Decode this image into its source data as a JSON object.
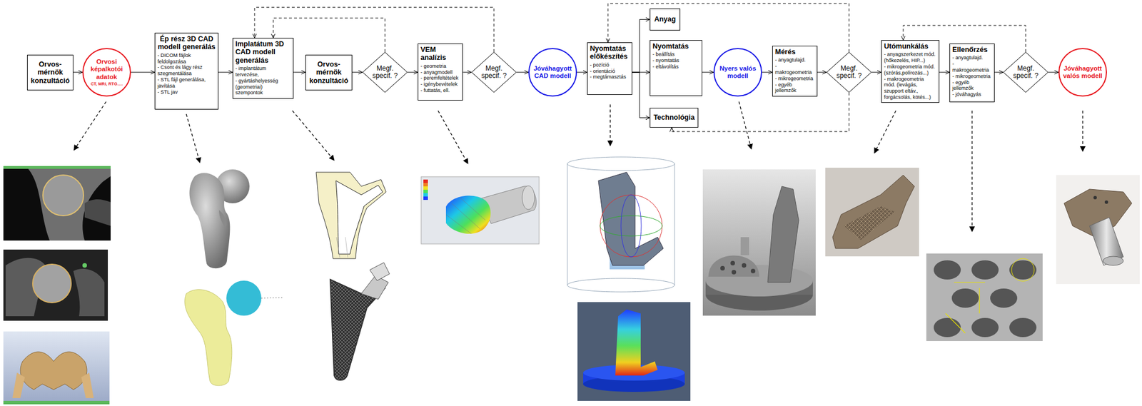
{
  "diagram": {
    "nodes": [
      {
        "text": [
          "Orvos-mérnök konzultáció"
        ]
      },
      {
        "text": [
          "Orvosi képalkotói adatok",
          "CT, MRI, RTG…."
        ]
      },
      {
        "text": [
          "Ép rész 3D CAD modell generálás",
          "- DICOM fájlok feldolgozása",
          "- Csont és lágy rész szegmentálása",
          "- STL fájl generálása, javítása",
          "- STL jav"
        ]
      },
      {
        "text": [
          "Implatátum 3D CAD modell generálás",
          "- implantátum tervezése,",
          "- gyártáshelyesség (geometriai) szempontok"
        ]
      },
      {
        "text": [
          "Orvos-mérnök konzultáció"
        ]
      },
      {
        "text": [
          "Megf. specif. ?"
        ]
      },
      {
        "text": [
          "VEM analízis",
          "- geometria",
          "- anyagmodell",
          "- peremfeltételek",
          "- igénybevételek",
          "- futtatás, ell."
        ]
      },
      {
        "text": [
          "Megf. specif. ?"
        ]
      },
      {
        "text": [
          "Jóváhagyott CAD modell"
        ]
      },
      {
        "text": [
          "Nyomtatás előkészítés",
          "- pozíció",
          "- orientáció",
          "- megtámasztás"
        ]
      },
      {
        "text": [
          "Anyag"
        ]
      },
      {
        "text": [
          "Nyomtatás",
          "- beállítás",
          "- nyomtatás",
          "- eltávolítás"
        ]
      },
      {
        "text": [
          "Technológia"
        ]
      },
      {
        "text": [
          "Nyers valós modell"
        ]
      },
      {
        "text": [
          "Mérés",
          "- anyagtulajd.",
          "- makrogeometria",
          "- mikrogeometria",
          "- egyéb jellemzők"
        ]
      },
      {
        "text": [
          "Megf. specif. ?"
        ]
      },
      {
        "text": [
          "Utómunkálás",
          "- anyagszerkezet mód. (hőkezelés, HIP...)",
          "- mikrogeometria mód. (szórás,polírozás...)",
          "- makrogeometria mód. (levágás, szupport eltáv., forgácsolás, kötés...)"
        ]
      },
      {
        "text": [
          "Ellenőrzés",
          "- anyagtulajd.",
          "- makrogeometria",
          "- mikrogeometria",
          "- egyéb jellemzők",
          "- jóváhagyás"
        ]
      },
      {
        "text": [
          "Megf. specif. ?"
        ]
      },
      {
        "text": [
          "Jóváhagyott valós modell"
        ]
      }
    ],
    "edges": [
      {
        "from": 0,
        "to": 1,
        "arrow": "to"
      },
      {
        "from": 1,
        "to": 2,
        "arrow": "to"
      },
      {
        "from": 2,
        "to": 3,
        "arrow": "to"
      },
      {
        "from": 3,
        "to": 4,
        "arrow": "to"
      },
      {
        "from": 4,
        "to": 5,
        "arrow": "to"
      },
      {
        "from": 5,
        "to": 6,
        "arrow": "to"
      },
      {
        "from": 6,
        "to": 7,
        "arrow": "to"
      },
      {
        "from": 7,
        "to": 8,
        "arrow": "to"
      },
      {
        "from": 8,
        "to": 9,
        "arrow": "to"
      },
      {
        "from": 9,
        "to": 10,
        "arrow": "to"
      },
      {
        "from": 9,
        "to": 11,
        "arrow": "to"
      },
      {
        "from": 9,
        "to": 12,
        "arrow": "to"
      },
      {
        "from": 11,
        "to": 13,
        "arrow": "to"
      },
      {
        "from": 13,
        "to": 14,
        "arrow": "to"
      },
      {
        "from": 14,
        "to": 15,
        "arrow": "to"
      },
      {
        "from": 15,
        "to": 16,
        "arrow": "to"
      },
      {
        "from": 16,
        "to": 17,
        "arrow": "to"
      },
      {
        "from": 17,
        "to": 18,
        "arrow": "to"
      },
      {
        "from": 18,
        "to": 19,
        "arrow": "to"
      },
      {
        "from": 5,
        "to": 3,
        "arrow": "to"
      },
      {
        "from": 7,
        "to": 3,
        "arrow": "to"
      },
      {
        "from": 15,
        "to": 9,
        "arrow": "to"
      },
      {
        "from": 15,
        "to": 12,
        "arrow": "to"
      },
      {
        "from": 18,
        "to": 16,
        "arrow": "to"
      }
    ]
  }
}
